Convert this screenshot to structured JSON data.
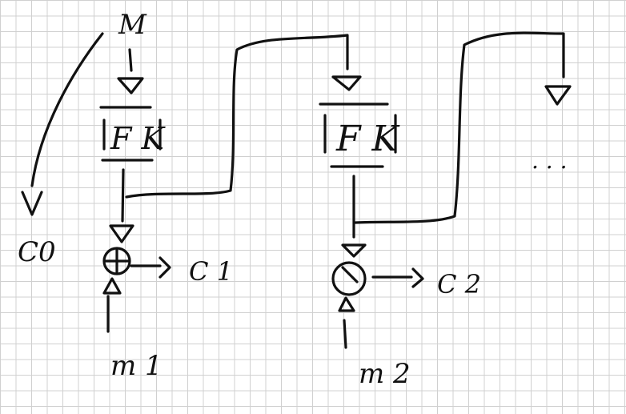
{
  "labels": {
    "iv": "M",
    "c0": "C0",
    "c1": "C 1",
    "c2": "C 2",
    "m1": "m 1",
    "m2": "m 2",
    "block1": "F K",
    "block2": "F K",
    "ellipsis": ". . ."
  },
  "colors": {
    "ink": "#111111",
    "grid": "#d0d0d0",
    "paper": "#ffffff"
  }
}
